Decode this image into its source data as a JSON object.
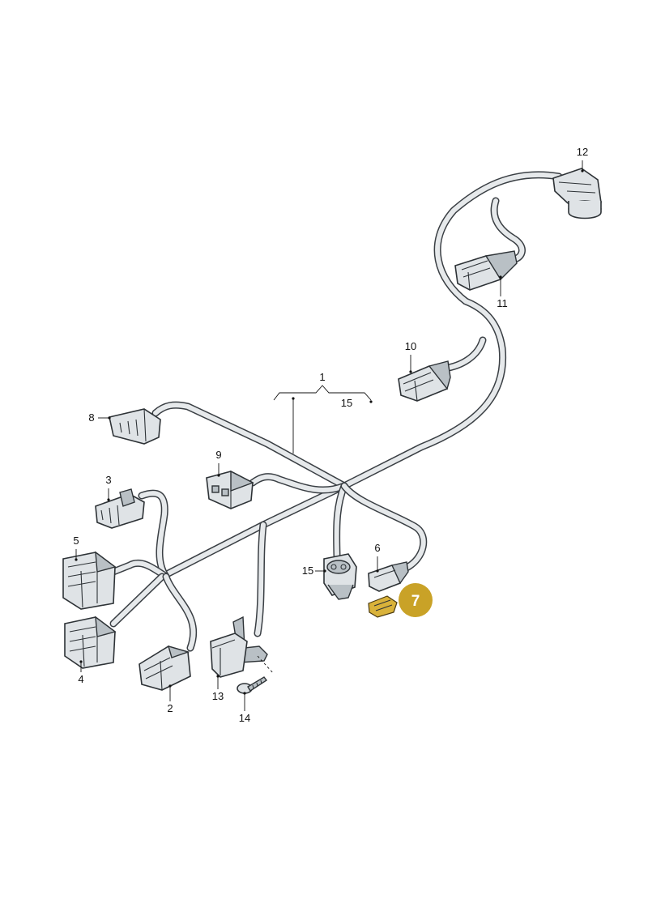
{
  "labels": {
    "p1": "1",
    "p2": "2",
    "p3": "3",
    "p4": "4",
    "p5": "5",
    "p6": "6",
    "p7": "7",
    "p8": "8",
    "p9": "9",
    "p10": "10",
    "p11": "11",
    "p12": "12",
    "p13": "13",
    "p14": "14",
    "p15_bracket": "15",
    "p15_socket": "15"
  },
  "colors": {
    "highlight_badge": "#C9A227",
    "highlight_part": "#D9B23A",
    "cable_outline": "#3A3F44",
    "cable_fill": "#E6E9EB",
    "connector_fill": "#DFE3E6"
  }
}
